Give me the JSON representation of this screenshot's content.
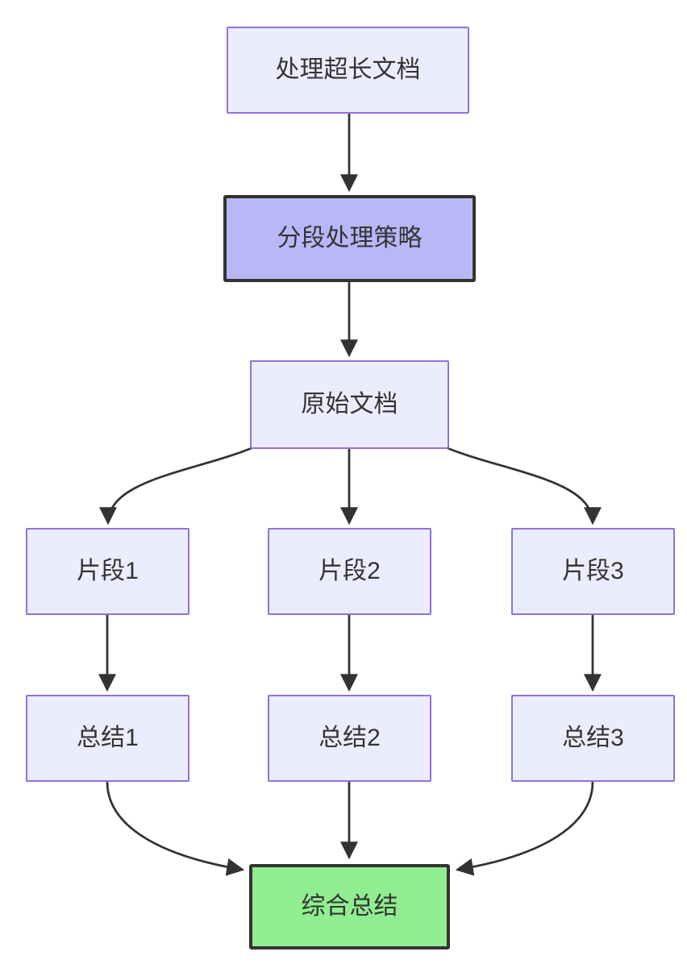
{
  "diagram": {
    "nodes": {
      "process": {
        "label": "处理超长文档"
      },
      "strategy": {
        "label": "分段处理策略"
      },
      "original": {
        "label": "原始文档"
      },
      "segment1": {
        "label": "片段1"
      },
      "segment2": {
        "label": "片段2"
      },
      "segment3": {
        "label": "片段3"
      },
      "summary1": {
        "label": "总结1"
      },
      "summary2": {
        "label": "总结2"
      },
      "summary3": {
        "label": "总结3"
      },
      "final": {
        "label": "综合总结"
      }
    },
    "edges": [
      {
        "from": "process",
        "to": "strategy"
      },
      {
        "from": "strategy",
        "to": "original"
      },
      {
        "from": "original",
        "to": "segment1"
      },
      {
        "from": "original",
        "to": "segment2"
      },
      {
        "from": "original",
        "to": "segment3"
      },
      {
        "from": "segment1",
        "to": "summary1"
      },
      {
        "from": "segment2",
        "to": "summary2"
      },
      {
        "from": "segment3",
        "to": "summary3"
      },
      {
        "from": "summary1",
        "to": "final"
      },
      {
        "from": "summary2",
        "to": "final"
      },
      {
        "from": "summary3",
        "to": "final"
      }
    ],
    "colors": {
      "background": "#FFFFFF",
      "node_fill": "#ECECFF",
      "node_border": "#9370DB",
      "strategy_fill": "#B8B8F8",
      "strategy_border": "#333333",
      "final_fill": "#90EE90",
      "final_border": "#333333",
      "edge_stroke": "#333333",
      "text": "#333333"
    }
  }
}
